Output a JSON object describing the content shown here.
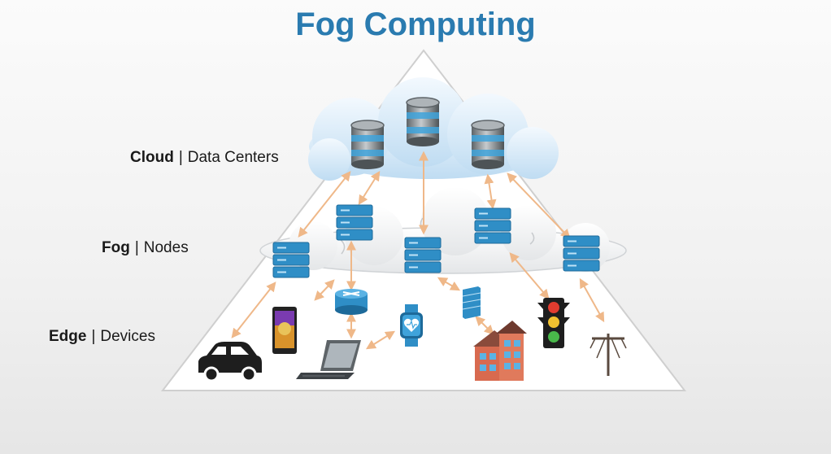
{
  "title": "Fog Computing",
  "tiers": {
    "cloud": {
      "name": "Cloud",
      "separator": "|",
      "desc": "Data Centers"
    },
    "fog": {
      "name": "Fog",
      "separator": "|",
      "desc": "Nodes"
    },
    "edge": {
      "name": "Edge",
      "separator": "|",
      "desc": "Devices"
    }
  },
  "colors": {
    "title": "#2a7bb0",
    "server": "#2f8ec6",
    "cloud_fill": "#e3f1fb",
    "arrow": "#efb889",
    "pyramid": "#ffffff"
  },
  "icons": {
    "data_centers": [
      "database-icon",
      "database-icon",
      "database-icon"
    ],
    "fog_nodes": [
      "server-icon",
      "server-icon",
      "server-icon",
      "server-icon",
      "server-icon"
    ],
    "edge_devices": [
      "car-icon",
      "smartphone-icon",
      "router-icon",
      "laptop-icon",
      "smartwatch-icon",
      "firewall-icon",
      "house-icon",
      "traffic-light-icon",
      "utility-pole-icon"
    ]
  }
}
